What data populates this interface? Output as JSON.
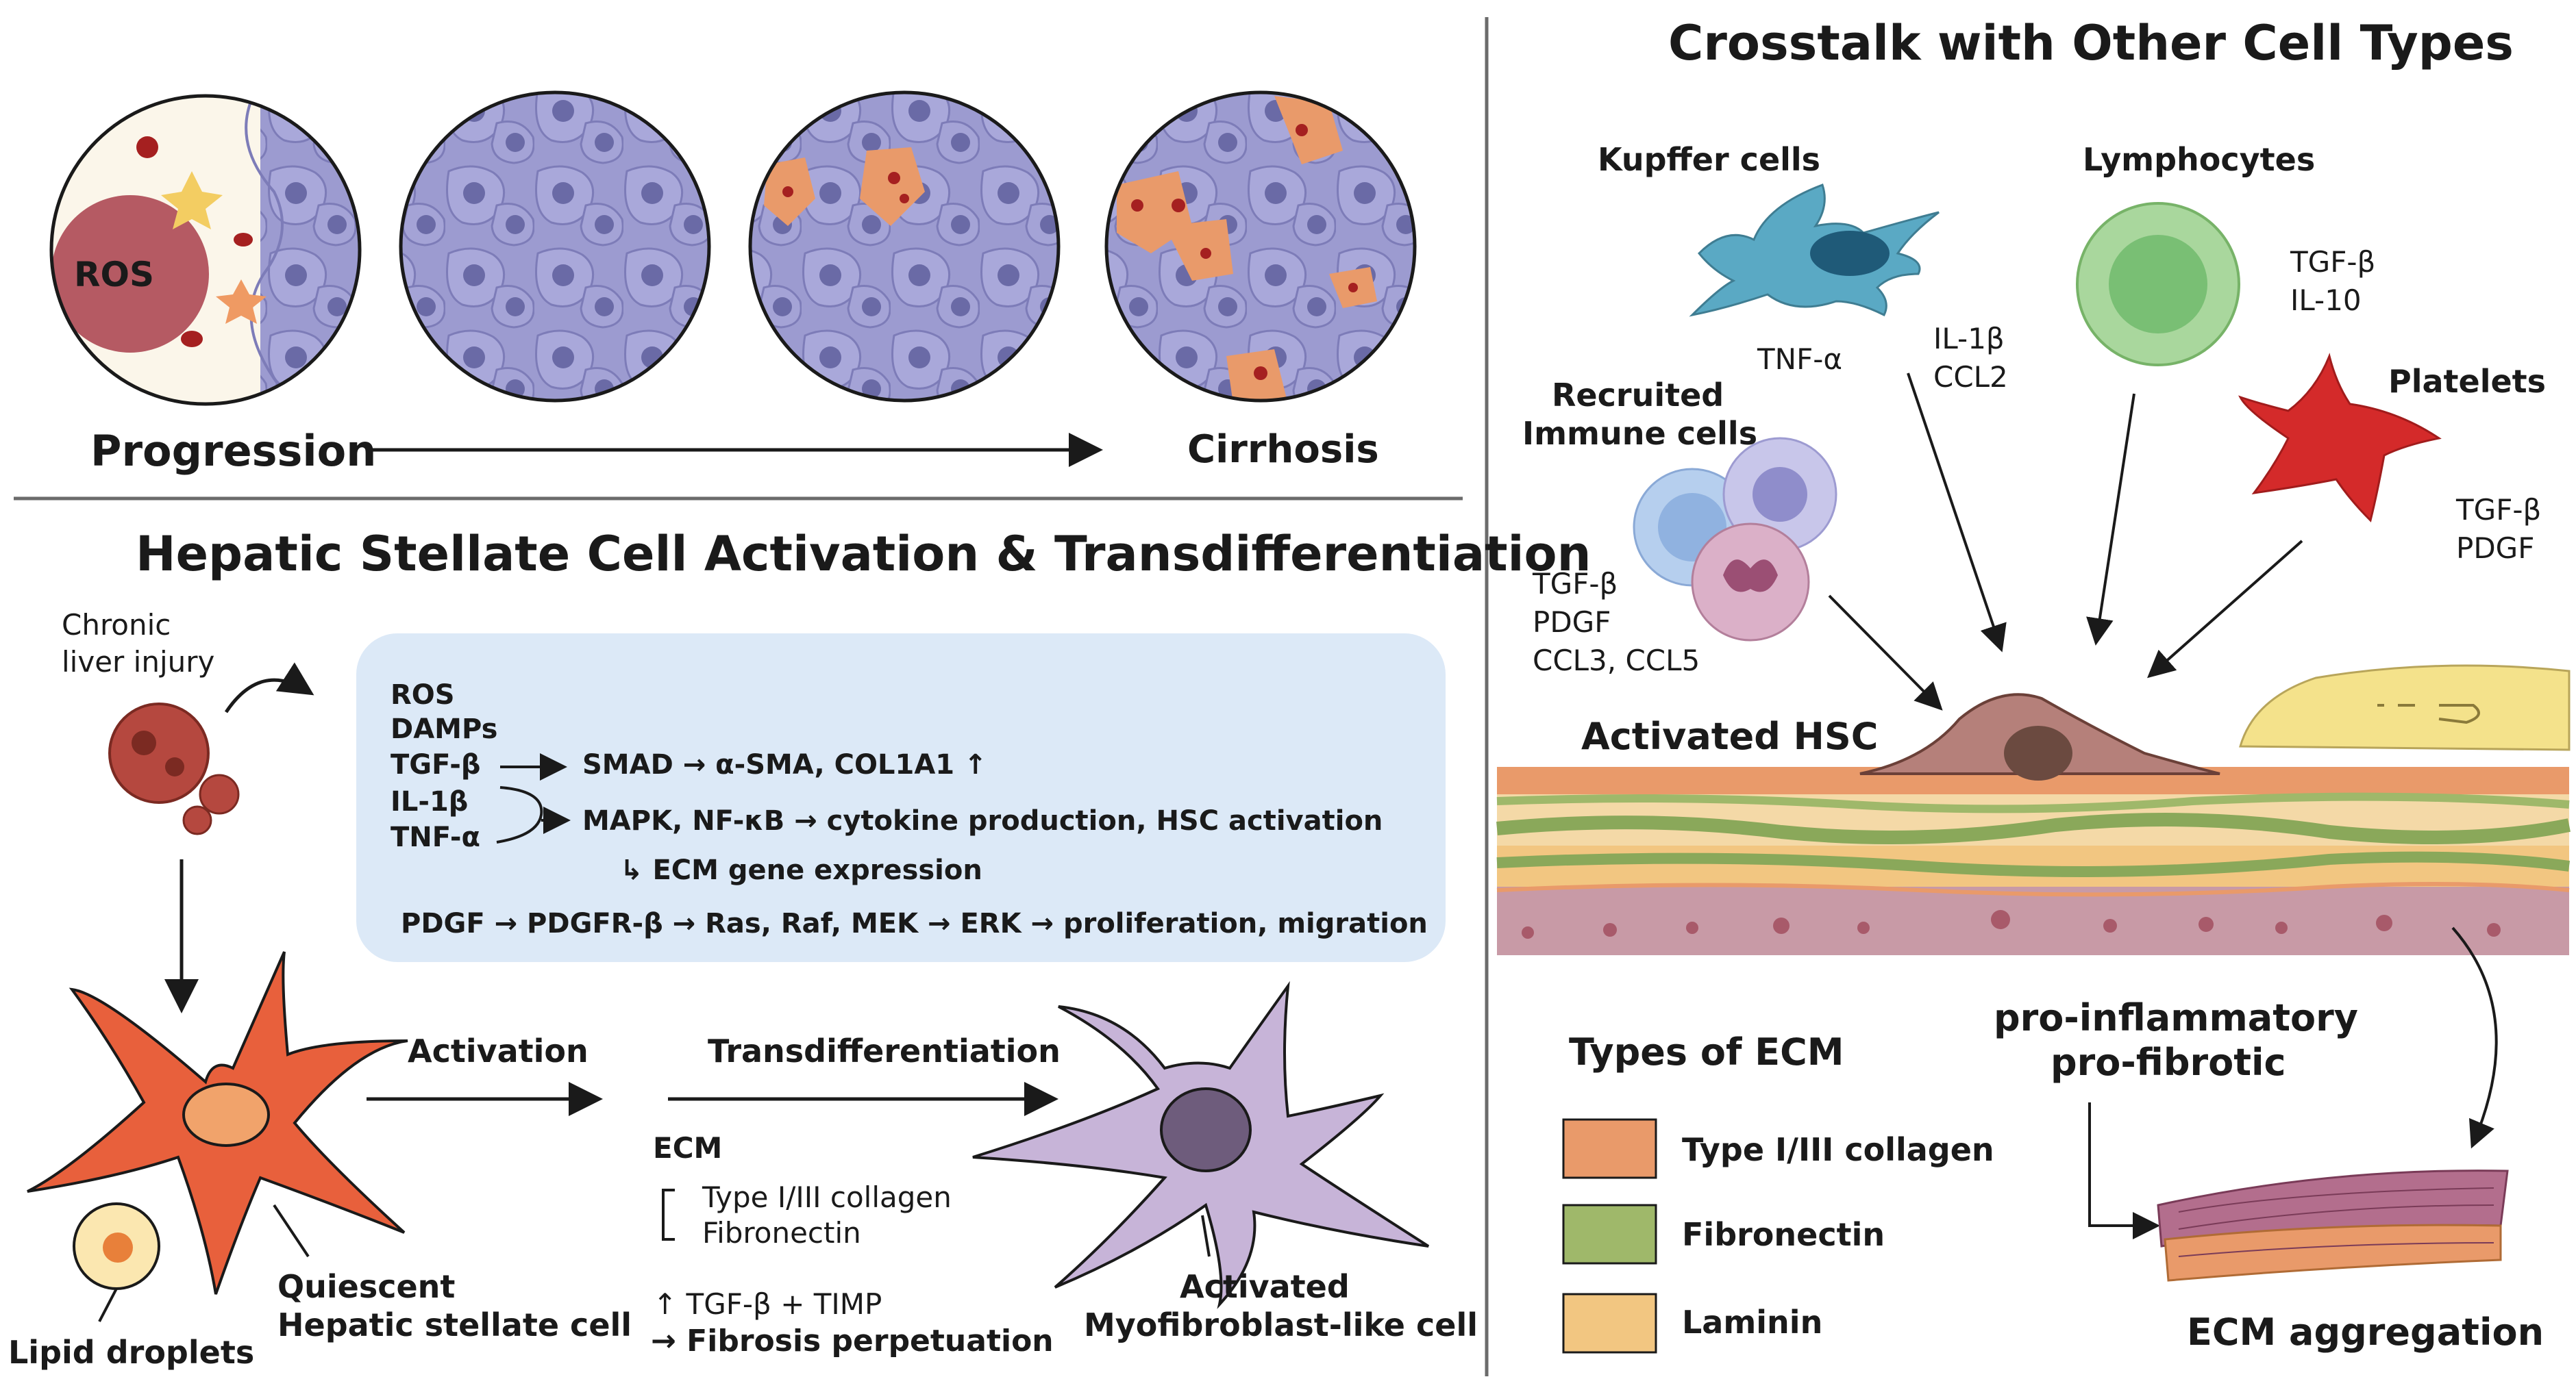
{
  "top_panel": {
    "ros_label": "ROS",
    "progression_label": "Progression",
    "cirrhosis_label": "Cirrhosis"
  },
  "hsc_panel": {
    "title": "Hepatic Stellate Cell Activation & Transdifferentiation",
    "chronic_injury_line1": "Chronic",
    "chronic_injury_line2": "liver injury",
    "signals": {
      "ros": "ROS",
      "damps": "DAMPs",
      "tgfb": "TGF-β",
      "il1b": "IL-1β",
      "tnfa": "TNF-α",
      "smad_line": "SMAD →  α-SMA, COL1A1 ↑",
      "mapk_line": "MAPK, NF-κB → cytokine production, HSC activation",
      "ecm_gene_line": "↳ ECM gene expression",
      "pdgf_line": "PDGF → PDGFR-β → Ras, Raf, MEK → ERK → proliferation, migration"
    },
    "activation_label": "Activation",
    "transdiff_label": "Transdifferentiation",
    "ecm_title": "ECM",
    "ecm_item1": "Type I/III collagen",
    "ecm_item2": "Fibronectin",
    "tgf_timp": "↑  TGF-β + TIMP",
    "fibrosis_perp": "→ Fibrosis perpetuation",
    "lipid_droplets": "Lipid droplets",
    "quiescent_line1": "Quiescent",
    "quiescent_line2": "Hepatic stellate cell",
    "activated_line1": "Activated",
    "activated_line2": "Myofibroblast-like cell"
  },
  "crosstalk_panel": {
    "title": "Crosstalk with Other Cell Types",
    "kupffer": "Kupffer cells",
    "kupffer_tnfa": "TNF-α",
    "kupffer_il1b": "IL-1β",
    "kupffer_ccl2": "CCL2",
    "lymphocytes": "Lymphocytes",
    "lymph_tgfb": "TGF-β",
    "lymph_il10": "IL-10",
    "recruited_line1": "Recruited",
    "recruited_line2": "Immune cells",
    "rec_tgfb": "TGF-β",
    "rec_pdgf": "PDGF",
    "rec_ccl": "CCL3, CCL5",
    "platelets": "Platelets",
    "plat_tgfb": "TGF-β",
    "plat_pdgf": "PDGF",
    "activated_hsc": "Activated HSC",
    "ecm_types_title": "Types of ECM",
    "ecm_type1": "Type I/III collagen",
    "ecm_type2": "Fibronectin",
    "ecm_type3": "Laminin",
    "pro_inflammatory": "pro-inflammatory",
    "pro_fibrotic": "pro-fibrotic",
    "ecm_aggregation": "ECM aggregation"
  },
  "colors": {
    "hepatocyte": "#9c9bd0",
    "nucleus": "#6a6aa6",
    "collagen": "#e99a6a",
    "fibronectin": "#9fb86a",
    "laminin": "#f2c681",
    "hsc_orange": "#e8603c",
    "myofibroblast": "#c7b4d8",
    "signal_box": "#dce9f7"
  }
}
